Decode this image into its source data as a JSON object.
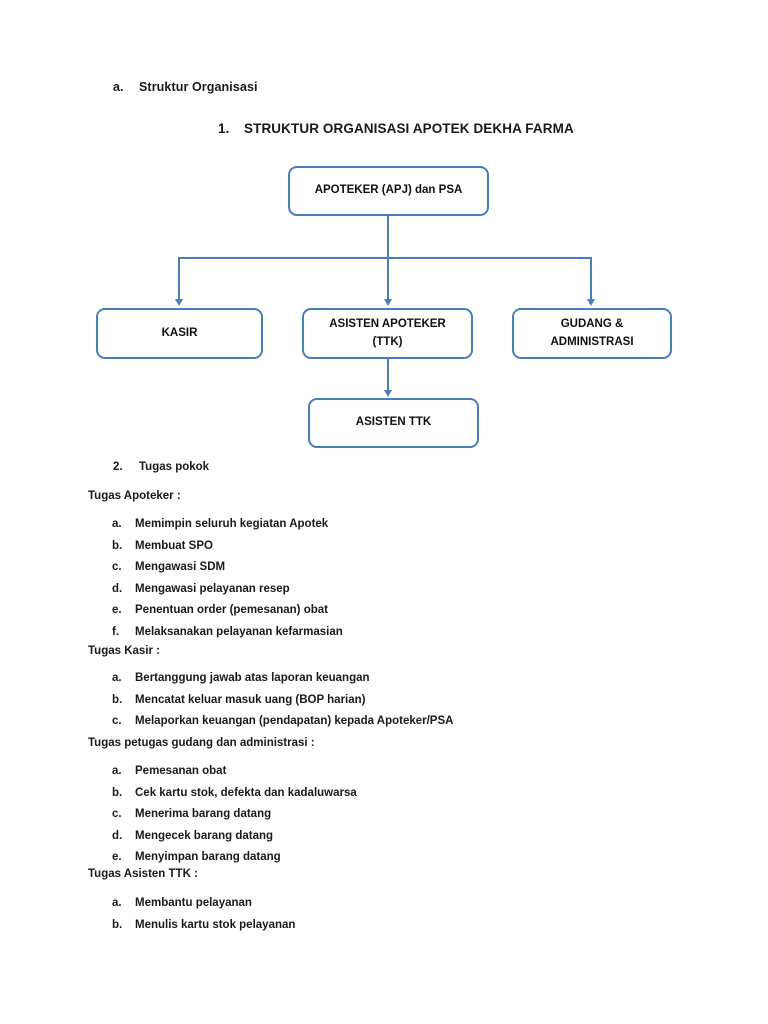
{
  "document": {
    "heading_a": {
      "marker": "a.",
      "text": "Struktur Organisasi"
    },
    "heading_1": {
      "marker": "1.",
      "text": "STRUKTUR ORGANISASI APOTEK DEKHA FARMA"
    },
    "heading_2": {
      "marker": "2.",
      "text": "Tugas pokok"
    }
  },
  "org_chart": {
    "accent_color": "#4a7ebb",
    "nodes": {
      "top": {
        "line1": "APOTEKER (APJ) dan PSA"
      },
      "kasir": {
        "line1": "KASIR"
      },
      "asisten_apoteker": {
        "line1": "ASISTEN APOTEKER",
        "line2": "(TTK)"
      },
      "gudang": {
        "line1": "GUDANG &",
        "line2": "ADMINISTRASI"
      },
      "asisten_ttk": {
        "line1": "ASISTEN TTK"
      }
    }
  },
  "sections": [
    {
      "lead": "Tugas Apoteker :",
      "items": [
        {
          "marker": "a.",
          "text": "Memimpin seluruh kegiatan Apotek"
        },
        {
          "marker": "b.",
          "text": "Membuat SPO"
        },
        {
          "marker": "c.",
          "text": "Mengawasi SDM"
        },
        {
          "marker": "d.",
          "text": "Mengawasi pelayanan resep"
        },
        {
          "marker": "e.",
          "text": "Penentuan order (pemesanan) obat"
        },
        {
          "marker": "f.",
          "text": "Melaksanakan pelayanan kefarmasian"
        }
      ]
    },
    {
      "lead": "Tugas Kasir :",
      "items": [
        {
          "marker": "a.",
          "text": "Bertanggung jawab atas laporan keuangan"
        },
        {
          "marker": "b.",
          "text": "Mencatat keluar masuk uang (BOP harian)"
        },
        {
          "marker": "c.",
          "text": "Melaporkan keuangan (pendapatan) kepada Apoteker/PSA"
        }
      ]
    },
    {
      "lead": "Tugas petugas gudang dan administrasi :",
      "items": [
        {
          "marker": "a.",
          "text": "Pemesanan obat"
        },
        {
          "marker": "b.",
          "text": "Cek kartu stok, defekta dan kadaluwarsa"
        },
        {
          "marker": "c.",
          "text": "Menerima barang datang"
        },
        {
          "marker": "d.",
          "text": "Mengecek barang datang"
        },
        {
          "marker": "e.",
          "text": "Menyimpan barang datang"
        }
      ]
    },
    {
      "lead": "Tugas Asisten TTK :",
      "items": [
        {
          "marker": "a.",
          "text": "Membantu pelayanan"
        },
        {
          "marker": "b.",
          "text": "Menulis kartu stok pelayanan"
        }
      ]
    }
  ]
}
